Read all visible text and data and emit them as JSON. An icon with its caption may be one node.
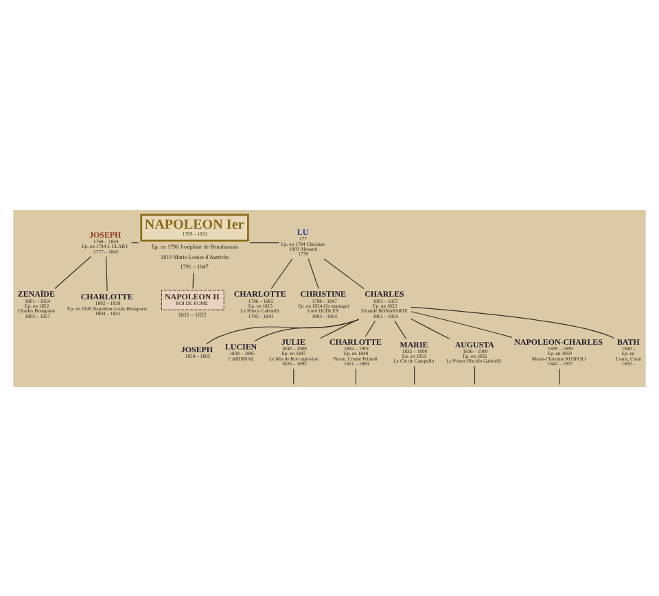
{
  "diagram": {
    "nodes": [
      {
        "text": [
          "NAPOLEON Ier",
          "1769 – 1821"
        ],
        "beside": [
          "Ep. en 1796 Joséphine de Beauharnais",
          "1810 Marie-Louise d'Autriche",
          "1791 – 1847"
        ]
      },
      {
        "text": [
          "JOSEPH",
          "1768 – 1844",
          "Ep. en 1794 J. CLARY",
          "1777 – 1845"
        ]
      },
      {
        "text": [
          "LU",
          "177",
          "Ep. en 1794 Christine",
          "1803 Alexand",
          "1778"
        ]
      },
      {
        "text": [
          "NAPOLEON II",
          "ROI DE ROME"
        ],
        "beside": [
          "1811 – 1832"
        ]
      },
      {
        "text": [
          "ZENAÏDE",
          "1801 – 1854",
          "Ep. en 1822",
          "Charles Bonaparte",
          "1803 – 1857"
        ]
      },
      {
        "text": [
          "CHARLOTTE",
          "1802 – 1839",
          "Ep. en 1826 Napoléon-Louis Bonaparte",
          "1804 – 1831"
        ]
      },
      {
        "text": [
          "CHARLOTTE",
          "1796 – 1865",
          "Ep. en 1815",
          "Le Prince Gabrielli",
          "1793 – 1841"
        ]
      },
      {
        "text": [
          "CHRISTINE",
          "1798 – 1847",
          "Ep. en 1824 (2e mariage)",
          "Lord DUDLEY",
          "1803 – 1854"
        ]
      },
      {
        "text": [
          "CHARLES",
          "1803 – 1857",
          "Ep. en 1822",
          "Zénaïde BONAPARTE",
          "1801 – 1854"
        ]
      },
      {
        "text": [
          "JOSEPH",
          "1824 – 1865"
        ]
      },
      {
        "text": [
          "LUCIEN",
          "1828 – 1895",
          "CARDINAL"
        ]
      },
      {
        "text": [
          "JULIE",
          "1830 – 1900",
          "Ep. en 1847",
          "Le Mis de Roccagiovine",
          "1826 – 1892"
        ]
      },
      {
        "text": [
          "CHARLOTTE",
          "1832 – 1901",
          "Ep. en 1848",
          "Pierre, Comte Primoli",
          "1821 – 1883"
        ]
      },
      {
        "text": [
          "MARIE",
          "1835 – 1890",
          "Ep. en 1851",
          "Le Cte de Campello"
        ]
      },
      {
        "text": [
          "AUGUSTA",
          "1836 – 1900",
          "Ep. en 1856",
          "Le Prince Placido Gabrielli"
        ]
      },
      {
        "text": [
          "NAPOLEON-CHARLES",
          "1839 – 1899",
          "Ep. en 1859",
          "Marie-Christine RUSPOLI",
          "1842 – 1907"
        ]
      },
      {
        "text": [
          "BATH",
          "1840 –",
          "Ep. en",
          "Louis, Comt",
          "1832 –"
        ]
      }
    ],
    "edges": [
      {
        "from": 1,
        "to": 0,
        "arrow": "none"
      },
      {
        "from": 0,
        "to": 2,
        "arrow": "none"
      },
      {
        "from": 0,
        "to": 3,
        "arrow": "none"
      },
      {
        "from": 1,
        "to": 4,
        "arrow": "none"
      },
      {
        "from": 1,
        "to": 5,
        "arrow": "none"
      },
      {
        "from": 2,
        "to": 6,
        "arrow": "none"
      },
      {
        "from": 2,
        "to": 7,
        "arrow": "none"
      },
      {
        "from": 2,
        "to": 8,
        "arrow": "none"
      },
      {
        "from": 8,
        "to": 9,
        "arrow": "none"
      },
      {
        "from": 8,
        "to": 10,
        "arrow": "none"
      },
      {
        "from": 8,
        "to": 11,
        "arrow": "none"
      },
      {
        "from": 8,
        "to": 12,
        "arrow": "none"
      },
      {
        "from": 8,
        "to": 13,
        "arrow": "none"
      },
      {
        "from": 8,
        "to": 14,
        "arrow": "none"
      },
      {
        "from": 8,
        "to": 15,
        "arrow": "none"
      },
      {
        "from": 8,
        "to": 16,
        "arrow": "none"
      },
      {
        "from": 11,
        "to": null,
        "arrow": "none"
      },
      {
        "from": 12,
        "to": null,
        "arrow": "none"
      },
      {
        "from": 13,
        "to": null,
        "arrow": "none"
      },
      {
        "from": 14,
        "to": null,
        "arrow": "none"
      },
      {
        "from": 15,
        "to": null,
        "arrow": "none"
      }
    ]
  }
}
